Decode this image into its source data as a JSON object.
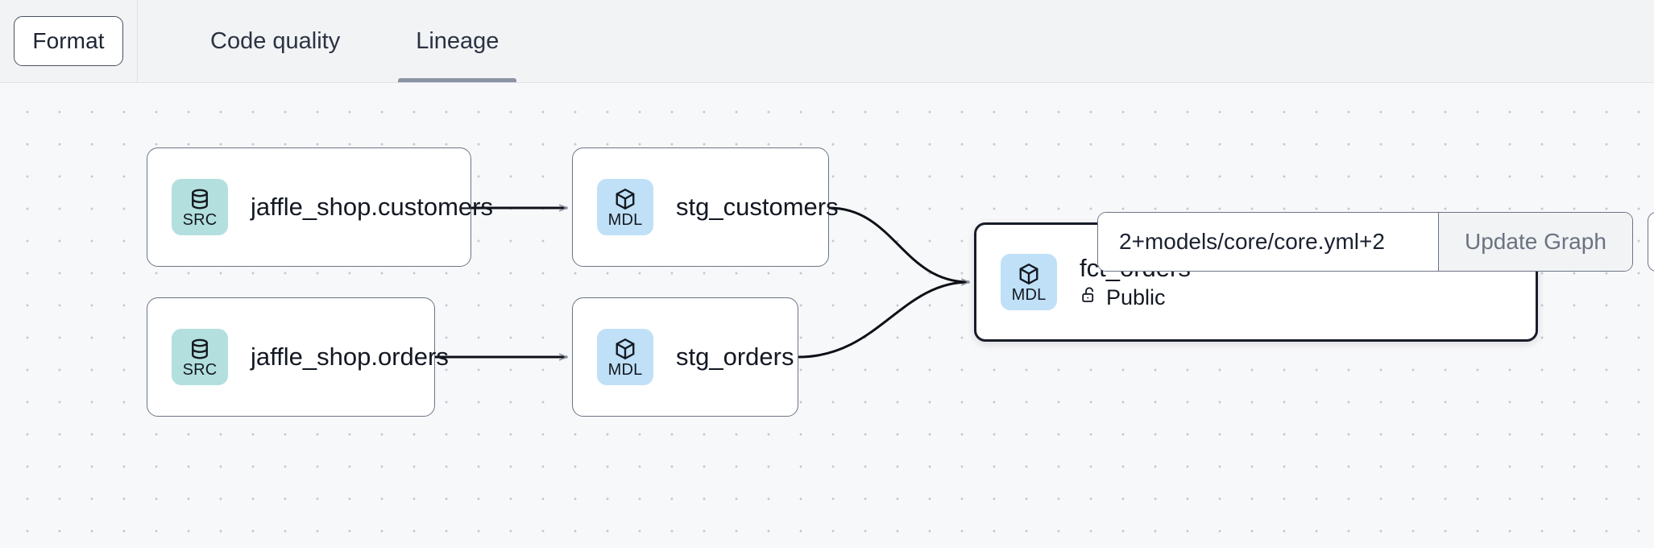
{
  "toolbar": {
    "format_label": "Format",
    "tabs": [
      {
        "label": "Code quality",
        "active": false
      },
      {
        "label": "Lineage",
        "active": true
      }
    ]
  },
  "controls": {
    "selector_value": "2+models/core/core.yml+2",
    "selector_placeholder": "2+models/core/core.yml+2",
    "update_graph_label": "Update Graph"
  },
  "graph": {
    "nodes": [
      {
        "id": "jaffle_shop_customers",
        "title": "jaffle_shop.customers",
        "badge": "SRC",
        "badge_kind": "src",
        "icon": "database-icon",
        "subtitle": null,
        "emphasis": false
      },
      {
        "id": "jaffle_shop_orders",
        "title": "jaffle_shop.orders",
        "badge": "SRC",
        "badge_kind": "src",
        "icon": "database-icon",
        "subtitle": null,
        "emphasis": false
      },
      {
        "id": "stg_customers",
        "title": "stg_customers",
        "badge": "MDL",
        "badge_kind": "mdl",
        "icon": "cube-icon",
        "subtitle": null,
        "emphasis": false
      },
      {
        "id": "stg_orders",
        "title": "stg_orders",
        "badge": "MDL",
        "badge_kind": "mdl",
        "icon": "cube-icon",
        "subtitle": null,
        "emphasis": false
      },
      {
        "id": "fct_orders",
        "title": "fct_orders",
        "badge": "MDL",
        "badge_kind": "mdl",
        "icon": "cube-icon",
        "subtitle": "Public",
        "subtitle_icon": "unlock-icon",
        "emphasis": true
      }
    ],
    "edges": [
      {
        "from": "jaffle_shop_customers",
        "to": "stg_customers"
      },
      {
        "from": "jaffle_shop_orders",
        "to": "stg_orders"
      },
      {
        "from": "stg_customers",
        "to": "fct_orders"
      },
      {
        "from": "stg_orders",
        "to": "fct_orders"
      }
    ]
  },
  "colors": {
    "src_badge": "#b3e0de",
    "mdl_badge": "#bfe0f7",
    "node_border": "#6c7484",
    "node_border_emphasis": "#171c28",
    "canvas_bg": "#f7f8fa",
    "toolbar_bg": "#f1f3f5",
    "tab_active_underline": "#8b94a3",
    "edge_stroke": "#0d1117"
  }
}
